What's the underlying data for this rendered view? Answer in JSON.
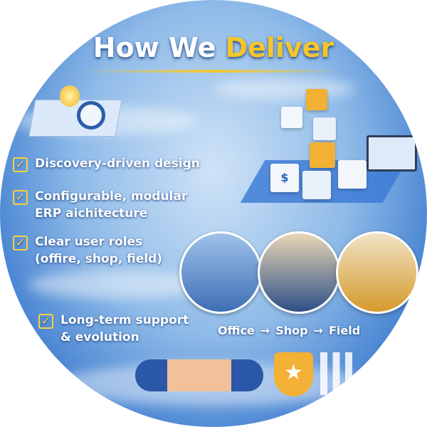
{
  "title": {
    "part1": "How We ",
    "part2": "Deliver"
  },
  "items": [
    {
      "line1": "Discovery-driven design",
      "line2": ""
    },
    {
      "line1": "Configurable, modular",
      "line2": "ERP aichitecture"
    },
    {
      "line1": "Clear user roles",
      "line2": "(offire, shop, field)"
    },
    {
      "line1": "Long-term support",
      "line2": "& evolution"
    }
  ],
  "flow": {
    "steps": [
      "Office",
      "Shop",
      "Field"
    ],
    "arrow": "→"
  },
  "colors": {
    "accent": "#f5c62a",
    "blue": "#2a62b8"
  }
}
